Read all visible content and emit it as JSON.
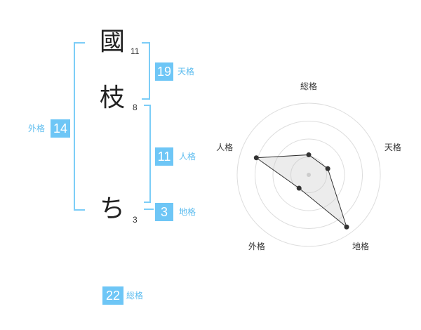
{
  "name": {
    "characters": [
      {
        "char": "國",
        "strokes": "11"
      },
      {
        "char": "枝",
        "strokes": "8"
      },
      {
        "char": "ち",
        "strokes": "3"
      }
    ]
  },
  "kaku": {
    "tenkaku": {
      "value": "19",
      "label": "天格"
    },
    "jinkaku": {
      "value": "11",
      "label": "人格"
    },
    "chikaku": {
      "value": "3",
      "label": "地格"
    },
    "gaikaku": {
      "value": "14",
      "label": "外格"
    },
    "soukaku": {
      "value": "22",
      "label": "総格"
    }
  },
  "chart_data": {
    "type": "radar",
    "axes": [
      "総格",
      "天格",
      "地格",
      "外格",
      "人格"
    ],
    "values": [
      0.28,
      0.28,
      0.9,
      0.23,
      0.77
    ],
    "rmax": 1,
    "grid": true,
    "rings": 4
  },
  "colors": {
    "accent": "#6ec6f6",
    "bracket": "#7ccdf7",
    "label": "#5cbcef"
  }
}
